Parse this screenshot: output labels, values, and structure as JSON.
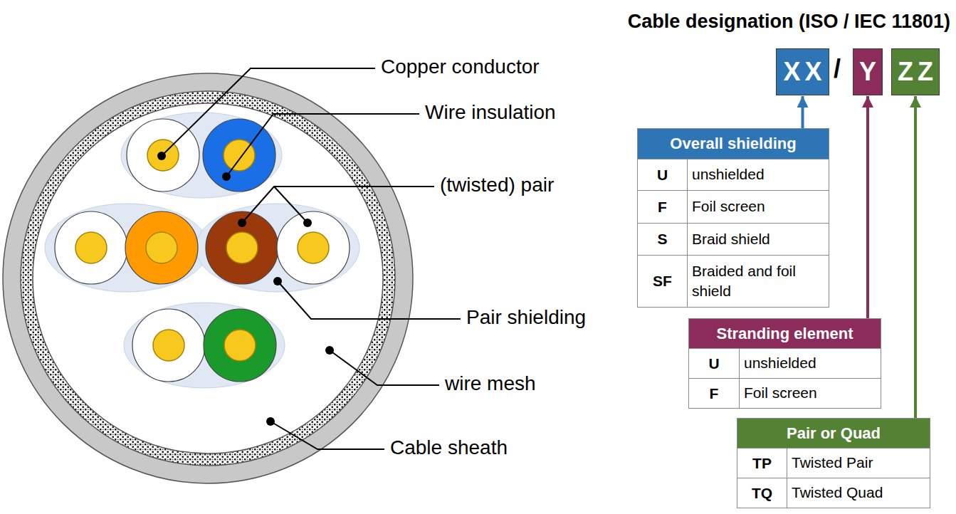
{
  "diagram": {
    "title": "Cable designation (ISO / IEC 11801)",
    "nodes": [
      {
        "text": [
          "XX"
        ]
      },
      {
        "text": [
          "Y"
        ]
      },
      {
        "text": [
          "ZZ"
        ]
      },
      {
        "text": [
          "Overall shielding",
          "U",
          "unshielded",
          "F",
          "Foil screen",
          "S",
          "Braid shield",
          "SF",
          "Braided and foil shield"
        ]
      },
      {
        "text": [
          "Stranding element",
          "U",
          "unshielded",
          "F",
          "Foil screen"
        ]
      },
      {
        "text": [
          "Pair or Quad",
          "TP",
          "Twisted Pair",
          "TQ",
          "Twisted Quad"
        ]
      }
    ],
    "edges": [
      {
        "from": 3,
        "to": 0,
        "arrow": "to"
      },
      {
        "from": 4,
        "to": 1,
        "arrow": "to"
      },
      {
        "from": 5,
        "to": 2,
        "arrow": "to"
      }
    ],
    "labels": [
      "/",
      "Copper conductor",
      "Wire insulation",
      "(twisted) pair",
      "Pair shielding",
      "wire mesh",
      "Cable sheath"
    ]
  }
}
